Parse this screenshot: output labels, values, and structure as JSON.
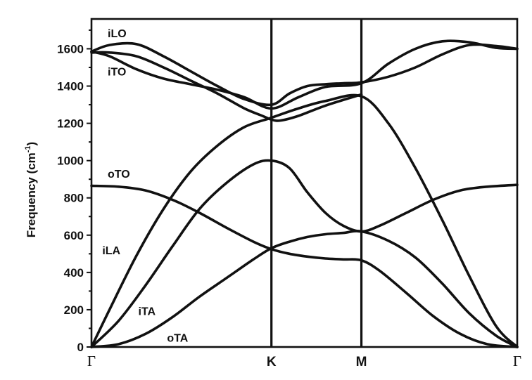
{
  "chart_data": {
    "type": "line",
    "ylabel": "Frequency (cm",
    "ylabel_sup": "-1",
    "ylabel_close": ")",
    "ylim": [
      0,
      1760
    ],
    "yticks": [
      0,
      200,
      400,
      600,
      800,
      1000,
      1200,
      1400,
      1600
    ],
    "grid": false,
    "k_points": [
      {
        "label": "Γ",
        "x": 0
      },
      {
        "label": "K",
        "x": 1
      },
      {
        "label": "M",
        "x": 1.5
      },
      {
        "label": "Γ",
        "x": 2.366
      }
    ],
    "x_range": [
      0,
      2.366
    ],
    "branch_labels": [
      {
        "text": "iLO",
        "x": 0.09,
        "y": 1685
      },
      {
        "text": "iTO",
        "x": 0.09,
        "y": 1480
      },
      {
        "text": "oTO",
        "x": 0.09,
        "y": 930
      },
      {
        "text": "iLA",
        "x": 0.06,
        "y": 520
      },
      {
        "text": "iTA",
        "x": 0.26,
        "y": 195
      },
      {
        "text": "oTA",
        "x": 0.42,
        "y": 50
      }
    ],
    "series": [
      {
        "x": [
          0,
          0.1,
          0.25,
          0.4,
          0.55,
          0.7,
          0.85,
          1,
          1.1,
          1.2,
          1.3,
          1.4,
          1.5,
          1.65,
          1.8,
          1.95,
          2.1,
          2.25,
          2.366
        ],
        "y": [
          1585,
          1620,
          1625,
          1560,
          1480,
          1400,
          1330,
          1300,
          1360,
          1400,
          1410,
          1415,
          1420,
          1450,
          1500,
          1570,
          1620,
          1615,
          1600
        ]
      },
      {
        "x": [
          0,
          0.1,
          0.25,
          0.4,
          0.55,
          0.7,
          0.85,
          1,
          1.15,
          1.3,
          1.5,
          1.65,
          1.8,
          1.95,
          2.1,
          2.25,
          2.366
        ],
        "y": [
          1585,
          1560,
          1490,
          1440,
          1410,
          1380,
          1340,
          1280,
          1340,
          1395,
          1415,
          1520,
          1600,
          1640,
          1635,
          1605,
          1600
        ]
      },
      {
        "x": [
          0,
          0.1,
          0.25,
          0.4,
          0.55,
          0.7,
          0.85,
          0.95,
          1,
          1.05,
          1.15,
          1.3,
          1.5
        ],
        "y": [
          1580,
          1580,
          1560,
          1500,
          1430,
          1360,
          1280,
          1240,
          1220,
          1215,
          1240,
          1295,
          1355
        ]
      },
      {
        "x": [
          0,
          0.1,
          0.25,
          0.4,
          0.55,
          0.7,
          0.85,
          1,
          1.15,
          1.3,
          1.5,
          1.65,
          1.8,
          1.95,
          2.1,
          2.25,
          2.366
        ],
        "y": [
          0,
          200,
          490,
          740,
          940,
          1080,
          1180,
          1230,
          1280,
          1320,
          1345,
          1200,
          960,
          680,
          380,
          110,
          0
        ]
      },
      {
        "x": [
          0,
          0.15,
          0.3,
          0.45,
          0.6,
          0.75,
          0.9,
          1,
          1.1,
          1.2,
          1.3,
          1.4,
          1.5,
          1.6,
          1.75,
          1.9,
          2.05,
          2.2,
          2.366
        ],
        "y": [
          0,
          140,
          330,
          540,
          740,
          880,
          980,
          1000,
          960,
          830,
          720,
          650,
          620,
          650,
          720,
          790,
          840,
          860,
          870
        ]
      },
      {
        "x": [
          0,
          0.15,
          0.3,
          0.45,
          0.6,
          0.75,
          0.9,
          1,
          1.1,
          1.2,
          1.3,
          1.4,
          1.5,
          1.6,
          1.75,
          1.9,
          2.05,
          2.2,
          2.366
        ],
        "y": [
          865,
          860,
          840,
          790,
          720,
          640,
          565,
          525,
          500,
          485,
          475,
          470,
          465,
          410,
          290,
          165,
          70,
          15,
          0
        ]
      },
      {
        "x": [
          0,
          0.15,
          0.3,
          0.45,
          0.6,
          0.75,
          0.9,
          1,
          1.1,
          1.2,
          1.3,
          1.4,
          1.5,
          1.65,
          1.8,
          1.95,
          2.1,
          2.25,
          2.366
        ],
        "y": [
          0,
          15,
          70,
          160,
          270,
          370,
          470,
          530,
          565,
          590,
          605,
          612,
          620,
          570,
          480,
          340,
          180,
          60,
          0
        ]
      }
    ]
  }
}
